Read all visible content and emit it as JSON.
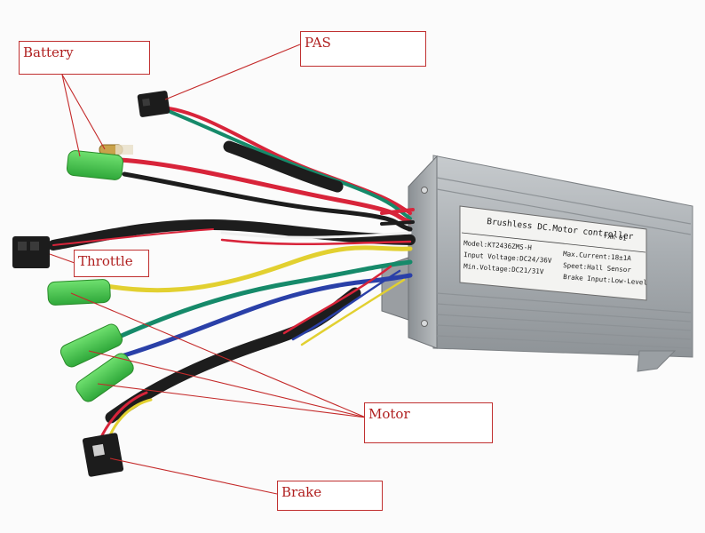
{
  "labels": {
    "battery": "Battery",
    "pas": "PAS",
    "throttle": "Throttle",
    "motor": "Motor",
    "brake": "Brake"
  },
  "sticker": {
    "title": "Brushless DC.Motor controller",
    "code": "FXK 01",
    "model": "Model:KT2436ZMS-H",
    "input_voltage": "Input Voltage:DC24/36V",
    "min_voltage": "Min.Voltage:DC21/31V",
    "max_current": "Max.Current:18±1A",
    "speed": "Speet:Hall Sensor",
    "brake_input": "Brake Input:Low-Level"
  },
  "colors": {
    "callout_line": "#c42a2a",
    "housing": "#a9aeb2",
    "wire_red": "#d8243a",
    "wire_black": "#1d1d1d",
    "wire_yellow": "#e2d030",
    "wire_green": "#168a6a",
    "wire_blue": "#2a40a8",
    "connector_green": "#44c444"
  }
}
